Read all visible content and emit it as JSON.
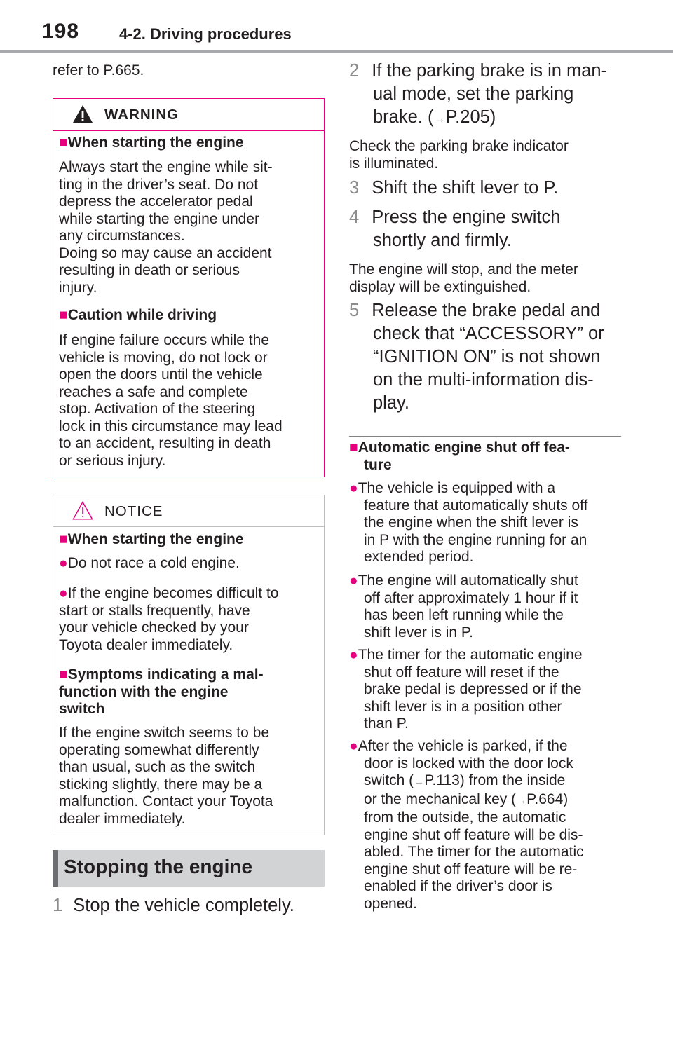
{
  "header": {
    "page_number": "198",
    "section": "4-2. Driving procedures"
  },
  "left_column": {
    "intro": "refer to P.665.",
    "warning": {
      "title": "WARNING",
      "h1": "When starting the engine",
      "p1": [
        "Always start the engine while sit-",
        "ting in the driver’s seat. Do not",
        "depress the accelerator pedal",
        "while starting the engine under",
        "any circumstances.",
        "Doing so may cause an accident",
        "resulting in death or serious",
        "injury."
      ],
      "h2": "Caution while driving",
      "p2": [
        "If engine failure occurs while the",
        "vehicle is moving, do not lock or",
        "open the doors until the vehicle",
        "reaches a safe and complete",
        "stop. Activation of the steering",
        "lock in this circumstance may lead",
        "to an accident, resulting in death",
        "or serious injury."
      ]
    },
    "notice": {
      "title": "NOTICE",
      "h1": "When starting the engine",
      "b1": "Do not race a cold engine.",
      "b2": [
        "If the engine becomes difficult to",
        "start or stalls frequently, have",
        "your vehicle checked by your",
        "Toyota dealer immediately."
      ],
      "h2": [
        "Symptoms indicating a mal-",
        "function with the engine",
        "switch"
      ],
      "p2": [
        "If the engine switch seems to be",
        "operating somewhat differently",
        "than usual, such as the switch",
        "sticking slightly, there may be a",
        "malfunction. Contact your Toyota",
        "dealer immediately."
      ]
    },
    "section_title": "Stopping the engine",
    "step1_num": "1",
    "step1": "Stop the vehicle completely."
  },
  "right_column": {
    "step2_num": "2",
    "step2": [
      "If the parking brake is in man-",
      "ual mode, set the parking"
    ],
    "step2_ref_pre": "brake. (",
    "step2_ref": "P.205)",
    "note2": [
      "Check the parking brake indicator",
      "is illuminated."
    ],
    "step3_num": "3",
    "step3": "Shift the shift lever to P.",
    "step4_num": "4",
    "step4": [
      "Press the engine switch",
      "shortly and firmly."
    ],
    "note4": [
      "The engine will stop, and the meter",
      "display will be extinguished."
    ],
    "step5_num": "5",
    "step5": [
      "Release the brake pedal and",
      "check that “ACCESSORY” or",
      "“IGNITION ON” is not shown",
      "on the multi-information dis-",
      "play."
    ],
    "auto_head": [
      "Automatic engine shut off fea-",
      "ture"
    ],
    "b1": [
      "The vehicle is equipped with a",
      "feature that automatically shuts off",
      "the engine when the shift lever is",
      "in P with the engine running for an",
      "extended period."
    ],
    "b2": [
      "The engine will automatically shut",
      "off after approximately 1 hour if it",
      "has been left running while the",
      "shift lever is in P."
    ],
    "b3": [
      "The timer for the automatic engine",
      "shut off feature will reset if the",
      "brake pedal is depressed or if the",
      "shift lever is in a position other",
      "than P."
    ],
    "b4_l1": "After the vehicle is parked, if the",
    "b4_l2": "door is locked with the door lock",
    "b4_l3_pre": "switch (",
    "b4_l3_post": "P.113) from the inside",
    "b4_l4_pre": "or the mechanical key (",
    "b4_l4_post": "P.664)",
    "b4_rest": [
      "from the outside, the automatic",
      "engine shut off feature will be dis-",
      "abled. The timer for the automatic",
      "engine shut off feature will be re-",
      "enabled if the driver’s door is",
      "opened."
    ]
  },
  "colors": {
    "accent_pink": "#e6007e",
    "step_gray": "#8c8c8c",
    "section_bar": "#d1d3d4"
  },
  "icons": {
    "warning": "warning-triangle-icon",
    "notice": "notice-triangle-icon",
    "ref": "arrow-icon"
  }
}
